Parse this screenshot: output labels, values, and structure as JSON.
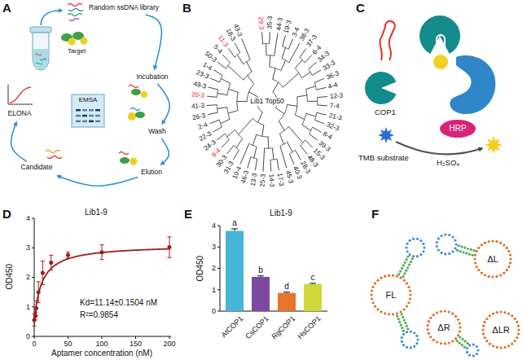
{
  "diagram": {
    "nodes": [
      {
        "text": [
          "Random ssDNA library"
        ]
      },
      {
        "text": [
          "Incubation"
        ]
      },
      {
        "text": [
          "Wash"
        ]
      },
      {
        "text": [
          "Elution"
        ]
      },
      {
        "text": [
          "Candidate"
        ]
      },
      {
        "text": [
          "EMSA"
        ]
      },
      {
        "text": [
          "ELONA"
        ]
      },
      {
        "text": [
          "HRP"
        ]
      }
    ],
    "edges": [
      {
        "from": 0,
        "to": 1,
        "arrow": "to"
      },
      {
        "from": 1,
        "to": 2,
        "arrow": "to"
      },
      {
        "from": 2,
        "to": 3,
        "arrow": "to"
      },
      {
        "from": 3,
        "to": 4,
        "arrow": "to"
      },
      {
        "from": 4,
        "to": 6,
        "arrow": "to"
      }
    ],
    "labels": [
      "A",
      "B",
      "C",
      "D",
      "E",
      "F",
      "Target",
      "29-3",
      "35-3",
      "44-3",
      "19-3",
      "3-4",
      "38-3",
      "37-3",
      "6-4",
      "34-3",
      "33-3",
      "36-3",
      "4-4",
      "12-3",
      "7-4",
      "21-3",
      "32-3",
      "8-4",
      "39-3",
      "15-3",
      "48-3",
      "28-3",
      "40-3",
      "45-3",
      "17-3",
      "14-3",
      "25-3",
      "13-3",
      "46-3",
      "10-4",
      "31-3",
      "30-3",
      "9-4",
      "24-3",
      "22-3",
      "2-4",
      "26-3",
      "41-3",
      "20-3",
      "49-3",
      "23-3",
      "1-4",
      "50-3",
      "5-4",
      "11-3",
      "18-3",
      "43-3",
      "Lib1 Top50",
      "COP1",
      "TMB substrate",
      "H₂SO₄",
      "Lib1-9",
      "Kd=11.14±0.1504 nM",
      "R²=0.9854",
      "OD450",
      "Aptamer concentration (nM)",
      "0",
      "1",
      "2",
      "3",
      "4",
      "0",
      "50",
      "100",
      "150",
      "200",
      "Lib1-9",
      "OD450",
      "0",
      "1",
      "2",
      "3",
      "4",
      "AtCOP1",
      "CsCOP1",
      "RgCOP1",
      "HsCOP1",
      "a",
      "b",
      "d",
      "c",
      "FL",
      "ΔL",
      "ΔR",
      "ΔLR"
    ]
  }
}
